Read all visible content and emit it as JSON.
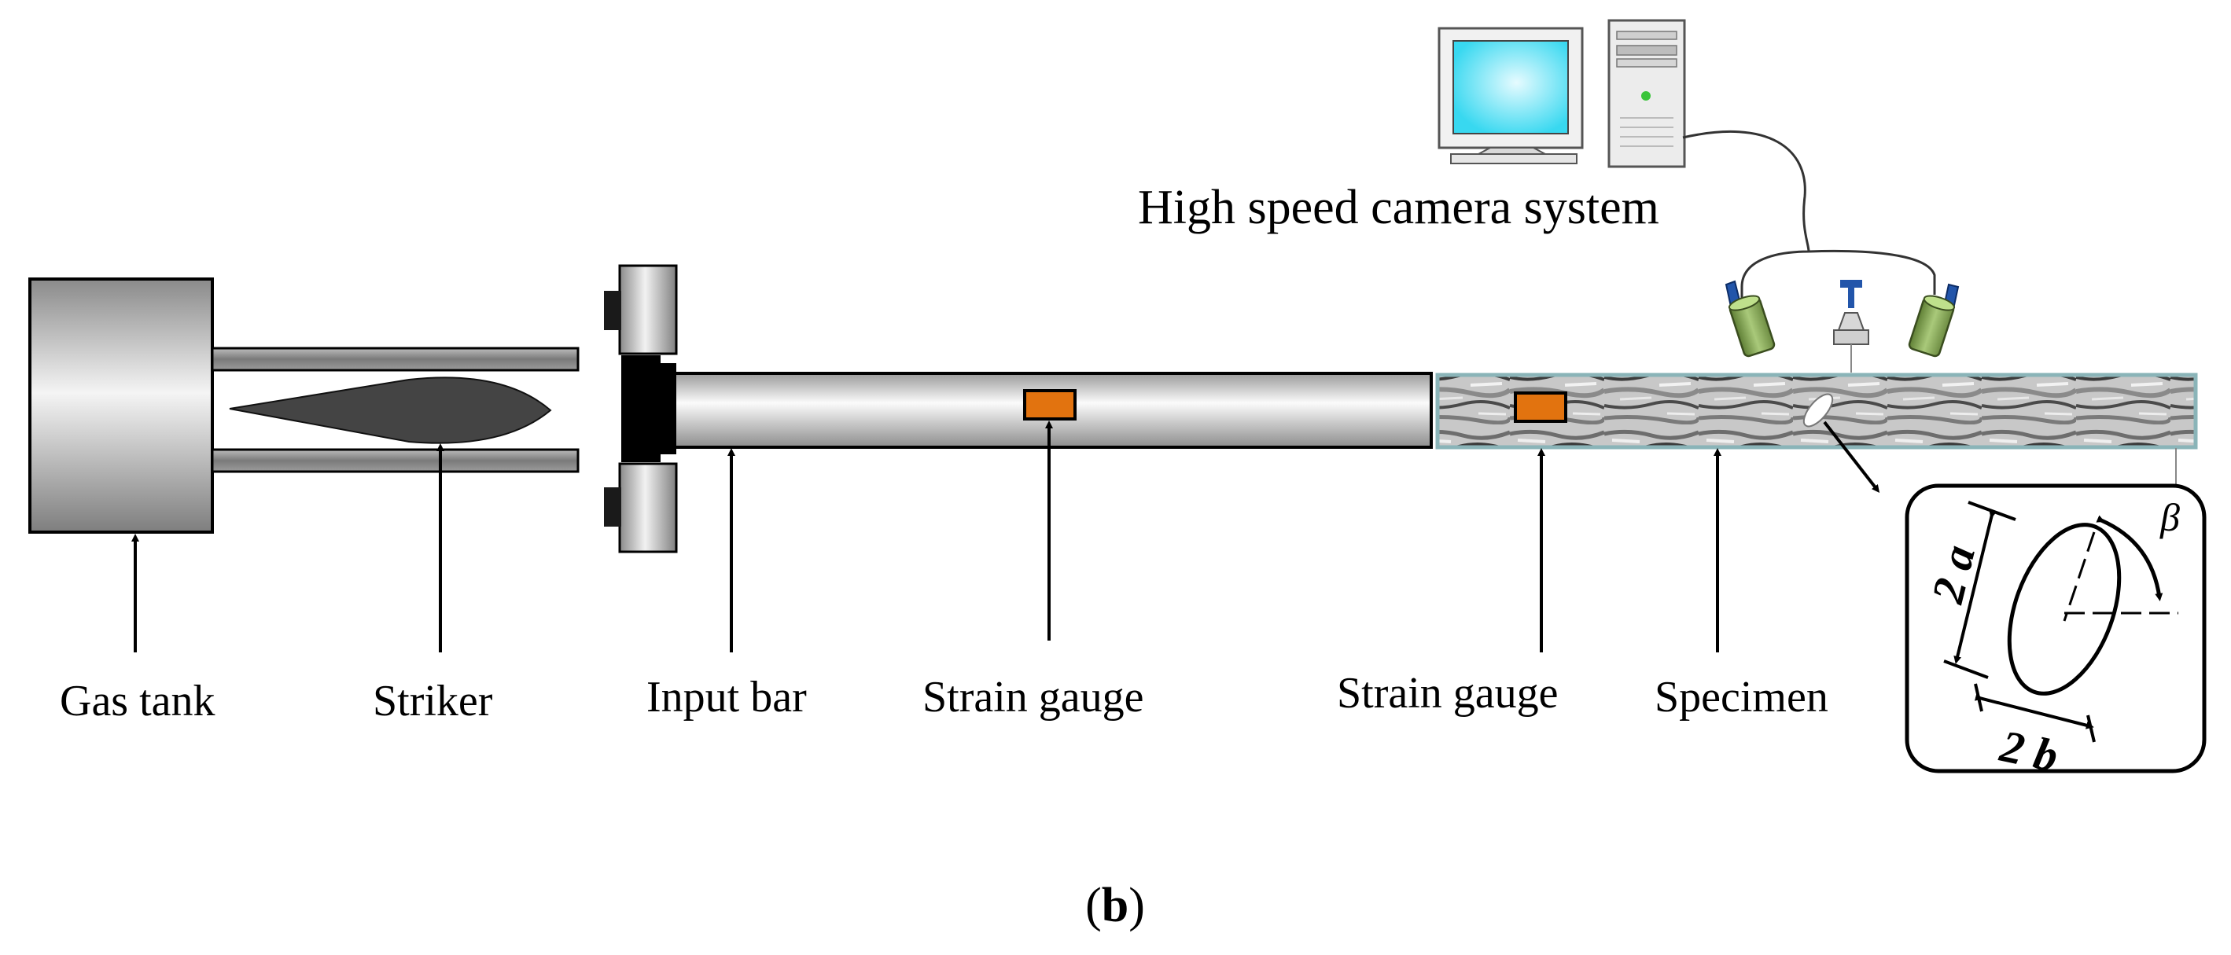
{
  "title": "High speed camera system",
  "labels": {
    "gas_tank": "Gas tank",
    "striker": "Striker",
    "input_bar": "Input bar",
    "strain_gauge_input": "Strain gauge",
    "strain_gauge_specimen": "Strain gauge",
    "specimen": "Specimen"
  },
  "inset": {
    "dim_2a": "2 a",
    "dim_2b": "2 b",
    "angle": "β"
  },
  "caption": {
    "open": "(",
    "letter": "b",
    "close": ")"
  },
  "colors": {
    "strain_gauge": "#E2730F",
    "monitor_screen": "#38D8F0",
    "camera": "#8CB05A",
    "camera_mount": "#2255AA",
    "striker": "#444444"
  }
}
